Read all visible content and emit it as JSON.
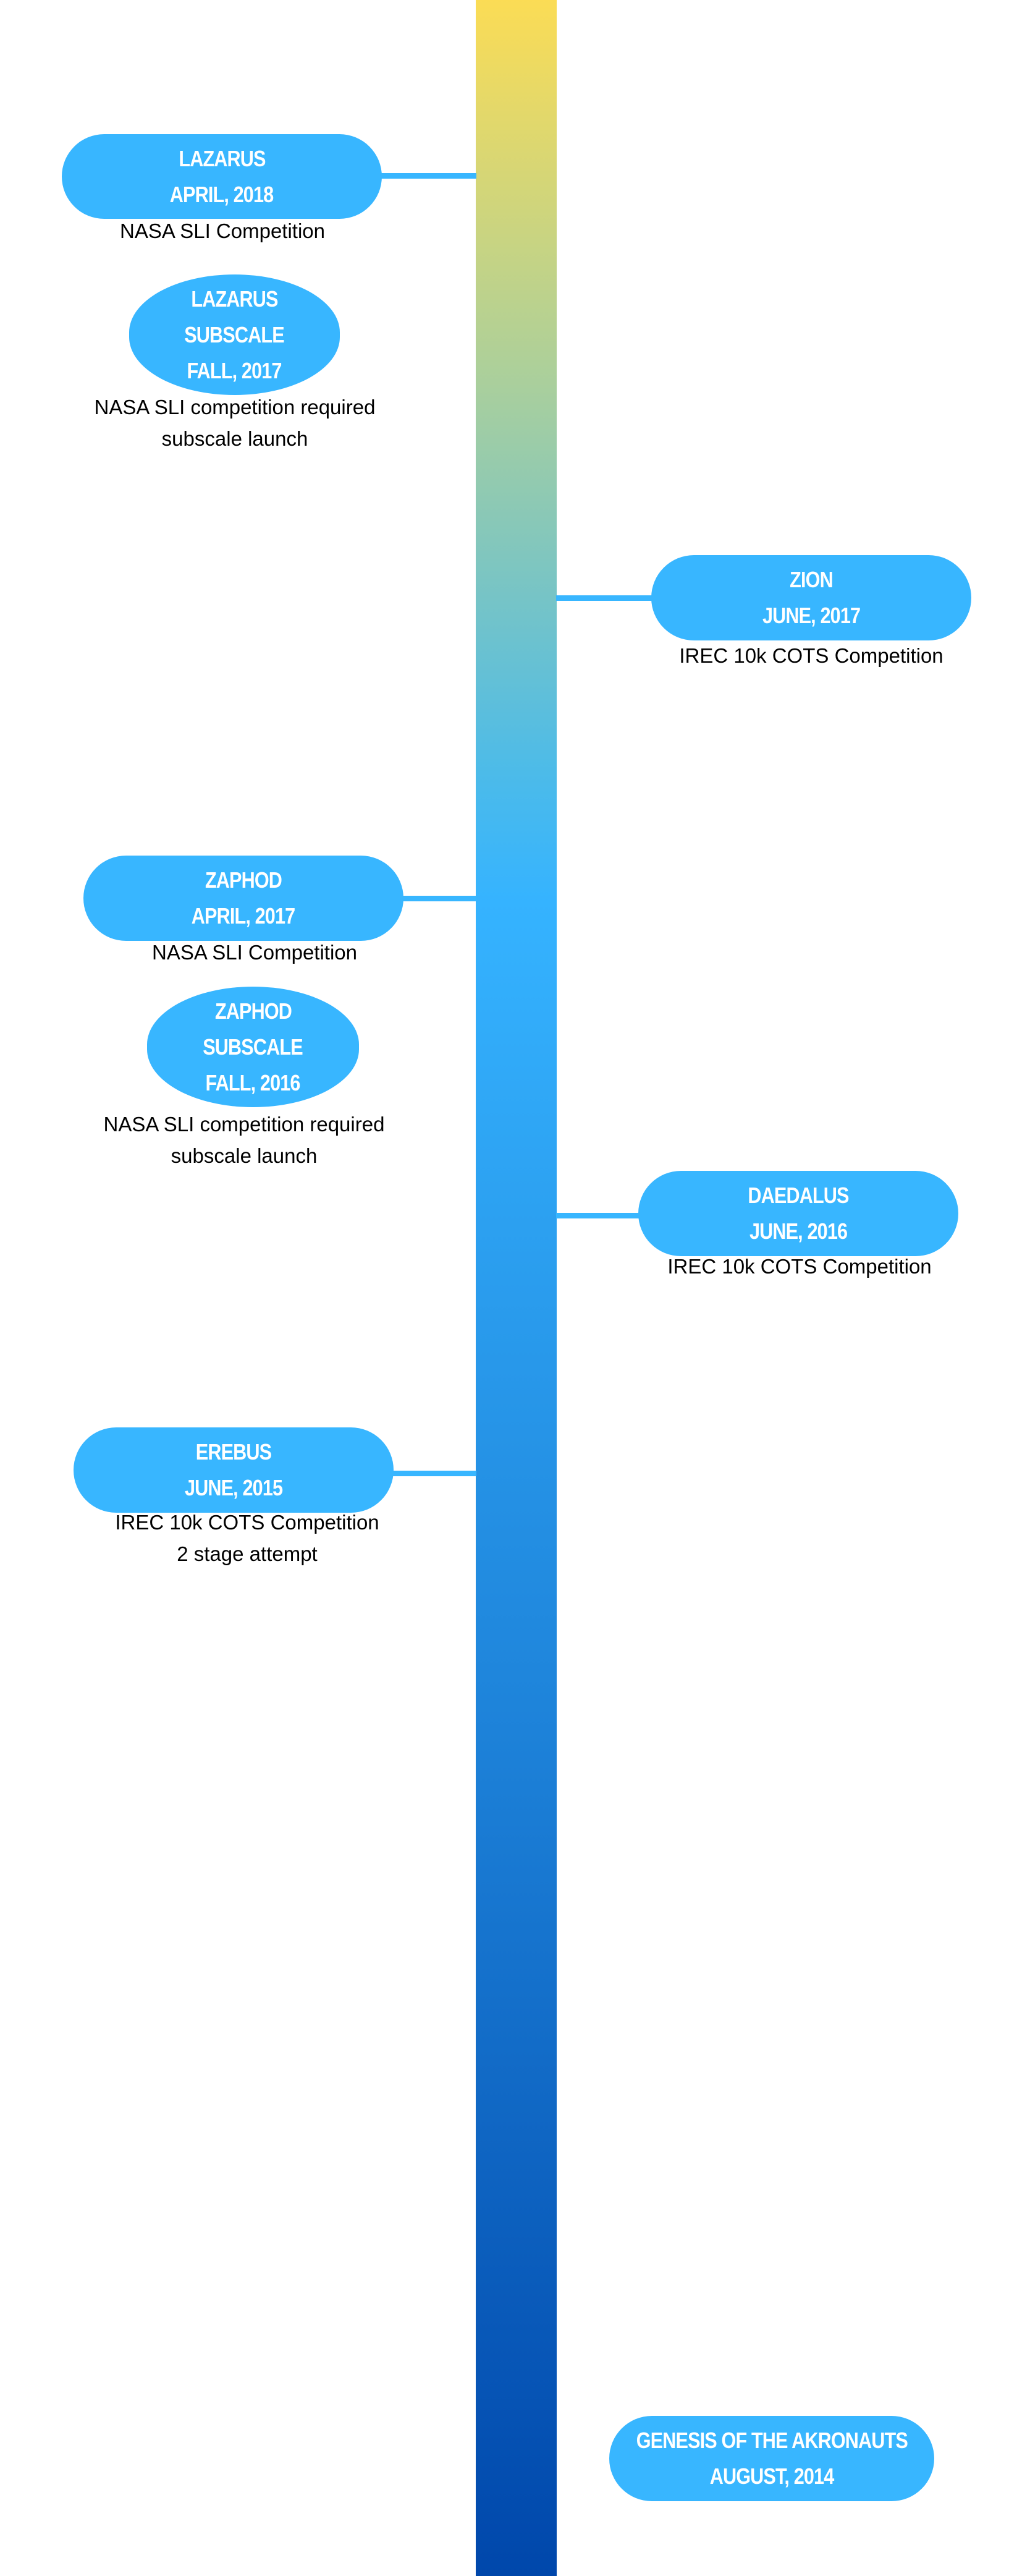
{
  "events": [
    {
      "title": "LAZARUS",
      "date": "APRIL, 2018",
      "desc": [
        "NASA SLI Competition"
      ]
    },
    {
      "title": "LAZARUS",
      "subtitle": "SUBSCALE",
      "date": "FALL, 2017",
      "desc": [
        "NASA SLI competition required",
        "subscale launch"
      ]
    },
    {
      "title": "ZION",
      "date": "JUNE, 2017",
      "desc": [
        "IREC 10k COTS Competition"
      ]
    },
    {
      "title": "ZAPHOD",
      "date": "APRIL, 2017",
      "desc": [
        "NASA SLI Competition"
      ]
    },
    {
      "title": "ZAPHOD",
      "subtitle": "SUBSCALE",
      "date": "FALL, 2016",
      "desc": [
        "NASA SLI competition required",
        "subscale launch"
      ]
    },
    {
      "title": "DAEDALUS",
      "date": "JUNE, 2016",
      "desc": [
        "IREC 10k COTS Competition"
      ]
    },
    {
      "title": "EREBUS",
      "date": "JUNE, 2015",
      "desc": [
        "IREC 10k COTS Competition",
        "2 stage attempt"
      ]
    },
    {
      "title": "GENESIS OF THE AKRONAUTS",
      "date": "AUGUST, 2014"
    }
  ],
  "colors": {
    "pill": "#38b6ff",
    "bar_top": "#fbdc55",
    "bar_mid": "#35b3ff",
    "bar_bottom": "#0047ab"
  }
}
